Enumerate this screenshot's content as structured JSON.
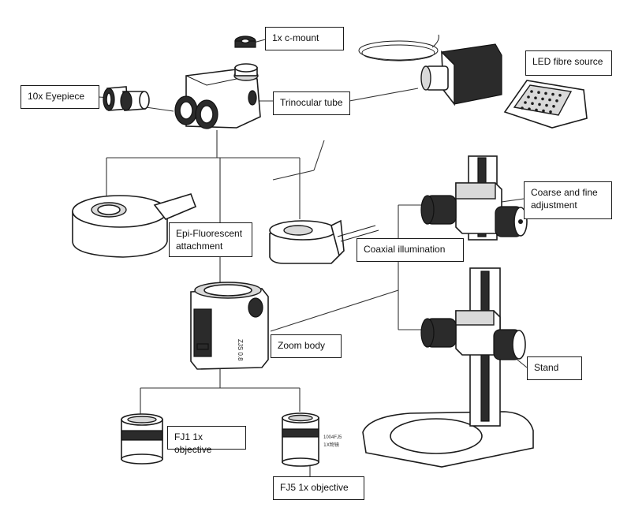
{
  "labels": {
    "c_mount": "1x c-mount",
    "led_source": "LED fibre source",
    "eyepiece": "10x Eyepiece",
    "trinocular": "Trinocular tube",
    "coarse_fine_1": "Coarse and fine",
    "coarse_fine_2": "adjustment",
    "epi_1": "Epi-Fluorescent",
    "epi_2": "attachment",
    "coaxial": "Coaxial illumination",
    "zoom": "Zoom body",
    "stand": "Stand",
    "fj1": "FJ1 1x objective",
    "fj5": "FJ5 1x objective"
  },
  "engravings": {
    "objective_line1": "1004FJ5",
    "objective_line2": "1X物镜",
    "zoom_line": "ZJS 0.8"
  }
}
